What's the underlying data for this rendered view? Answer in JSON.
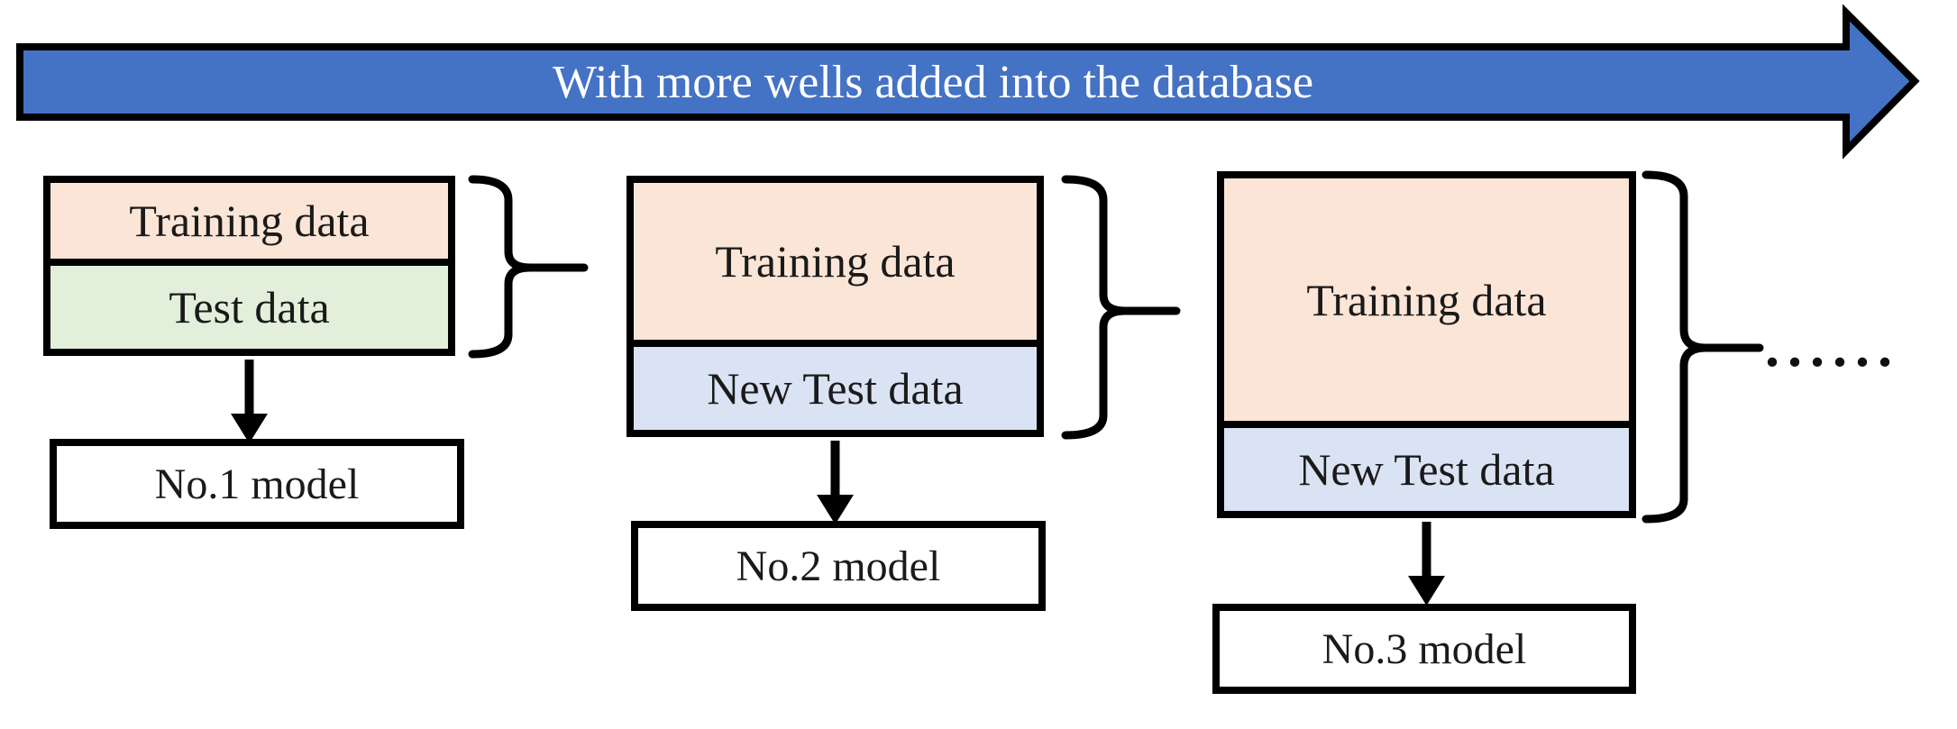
{
  "colors": {
    "arrow_blue": "#4472C4",
    "training_fill": "#FBE5D6",
    "test_fill": "#E2EFDA",
    "new_test_fill": "#DAE3F3",
    "model_fill": "#FFFFFF",
    "outline": "#000000",
    "banner_text": "#FFFFFF"
  },
  "banner": {
    "label": "With more wells added into the database"
  },
  "groups": [
    {
      "name": "iteration-1",
      "stack": [
        {
          "label": "Training data"
        },
        {
          "label": "Test data"
        }
      ],
      "model_label": "No.1 model"
    },
    {
      "name": "iteration-2",
      "stack": [
        {
          "label": "Training data"
        },
        {
          "label": "New Test data"
        }
      ],
      "model_label": "No.2 model"
    },
    {
      "name": "iteration-3",
      "stack": [
        {
          "label": "Training data"
        },
        {
          "label": "New Test data"
        }
      ],
      "model_label": "No.3 model"
    }
  ],
  "ellipsis": "......"
}
